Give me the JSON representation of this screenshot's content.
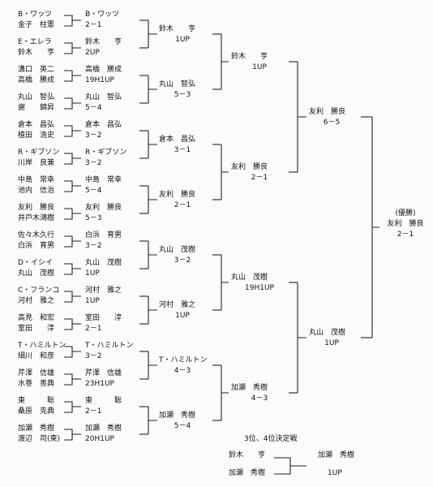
{
  "players": [
    [
      "B・ワッツ",
      "金子　柱憲"
    ],
    [
      "E・エレラ",
      "鈴木　　亨"
    ],
    [
      "溝口　英二",
      "高橋　勝成"
    ],
    [
      "丸山　智弘",
      "謝　　錦昇"
    ],
    [
      "倉本　昌弘",
      "植田　浩史"
    ],
    [
      "R・ギブソン",
      "川岸　良兼"
    ],
    [
      "中島　常幸",
      "池内　信治"
    ],
    [
      "友利　勝良",
      "井戸木鴻樹"
    ],
    [
      "佐々木久行",
      "白浜　育男"
    ],
    [
      "D・イシイ",
      "丸山　茂樹"
    ],
    [
      "C・フランコ",
      "河村　雅之"
    ],
    [
      "高見　和宏",
      "室田　　淳"
    ],
    [
      "T・ハミルトン",
      "細川　和彦"
    ],
    [
      "芹澤　信雄",
      "水巻　善典"
    ],
    [
      "東　　　聡",
      "桑原　克典"
    ],
    [
      "加瀬　秀樹",
      "渡辺　司(東)"
    ]
  ],
  "round1": [
    [
      "B・ワッツ",
      "2－1"
    ],
    [
      "鈴木　　亨",
      "2UP"
    ],
    [
      "高橋　勝成",
      "19H1UP"
    ],
    [
      "丸山　智弘",
      "5－4"
    ],
    [
      "倉本　昌弘",
      "3－2"
    ],
    [
      "R・ギブソン",
      "3－2"
    ],
    [
      "中島　常幸",
      "5－4"
    ],
    [
      "友利　勝良",
      "5－3"
    ],
    [
      "白浜　育男",
      "3－2"
    ],
    [
      "丸山　茂樹",
      "1UP"
    ],
    [
      "河村　雅之",
      "1UP"
    ],
    [
      "室田　　淳",
      "2－1"
    ],
    [
      "T・ハミルトン",
      "3－2"
    ],
    [
      "芹澤　信雄",
      "23H1UP"
    ],
    [
      "東　　　聡",
      "2－1"
    ],
    [
      "加瀬　秀樹",
      "20H1UP"
    ]
  ],
  "round2": [
    [
      "鈴木　　亨",
      "1UP"
    ],
    [
      "丸山　智弘",
      "5－3"
    ],
    [
      "倉本　昌弘",
      "3－1"
    ],
    [
      "友利　勝良",
      "2－1"
    ],
    [
      "丸山　茂樹",
      "3－2"
    ],
    [
      "河村　雅之",
      "1UP"
    ],
    [
      "T・ハミルトン",
      "4－3"
    ],
    [
      "加瀬　秀樹",
      "5－4"
    ]
  ],
  "round3": [
    [
      "鈴木　　亨",
      "1UP"
    ],
    [
      "友利　勝良",
      "2－1"
    ],
    [
      "丸山　茂樹",
      "19H1UP"
    ],
    [
      "加瀬　秀樹",
      "4－3"
    ]
  ],
  "round4": [
    [
      "友利　勝良",
      "6－5"
    ],
    [
      "丸山　茂樹",
      "1UP"
    ]
  ],
  "champion": {
    "label": "(優勝)",
    "name": "友利　勝良",
    "score": "2－1"
  },
  "third_place": {
    "title": "3位、4位決定戦",
    "player_a": "鈴木　　亨",
    "player_b": "加瀬　秀樹",
    "winner": "加瀬　秀樹",
    "score": "1UP"
  }
}
